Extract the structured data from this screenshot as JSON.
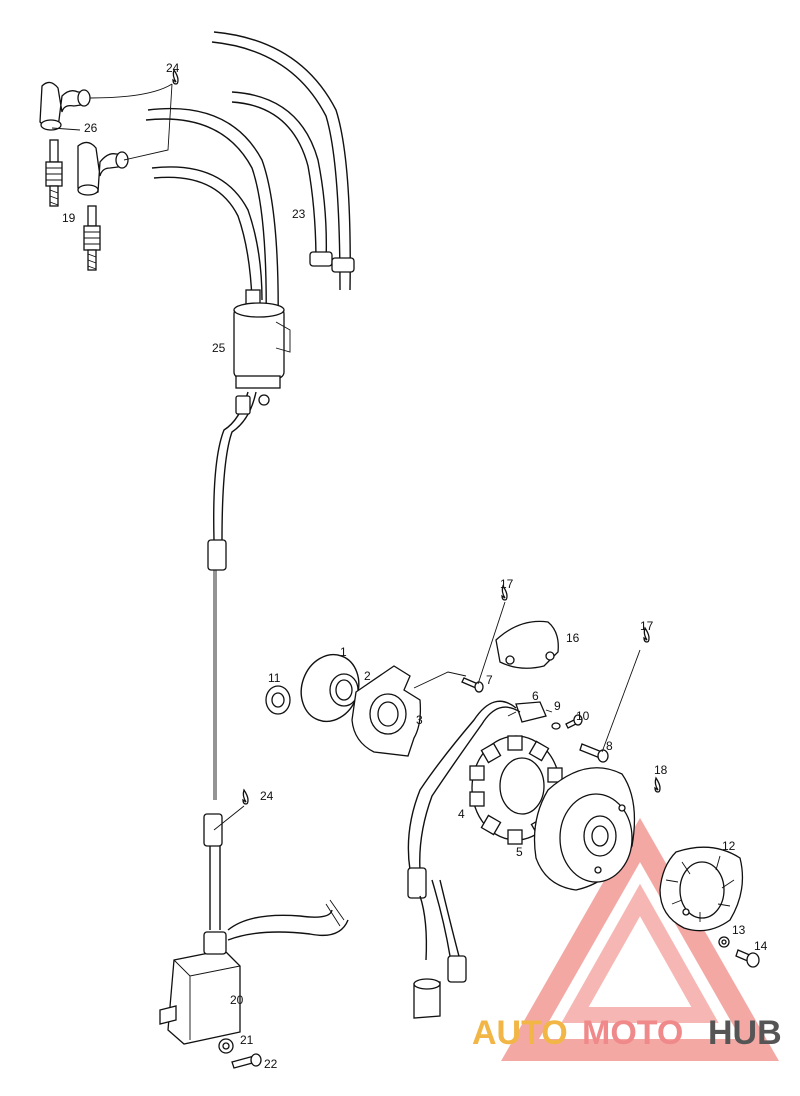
{
  "diagram": {
    "labels": [
      "1",
      "2",
      "3",
      "4",
      "5",
      "6",
      "7",
      "8",
      "9",
      "10",
      "11",
      "12",
      "13",
      "14",
      "16",
      "17",
      "17",
      "18",
      "19",
      "20",
      "21",
      "22",
      "23",
      "24",
      "24",
      "25",
      "26"
    ]
  },
  "watermark": {
    "part1": "AUTO",
    "part2": "MOTO",
    "part3": "HUB",
    "colors": {
      "auto": "#f2b646",
      "moto": "#f08a8a",
      "hub": "#555555",
      "triangle": "#e8453c"
    }
  }
}
